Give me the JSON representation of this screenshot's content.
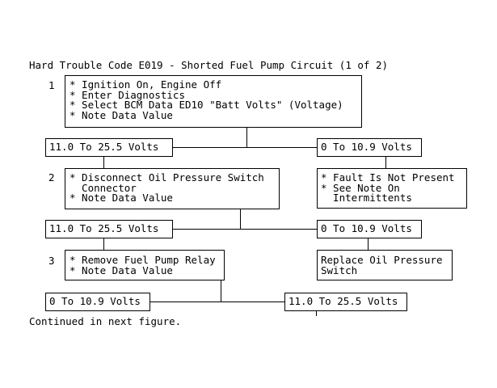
{
  "title": "Hard Trouble Code E019 - Shorted Fuel Pump Circuit (1 of 2)",
  "steps": [
    {
      "number": "1",
      "lines": [
        "* Ignition On, Engine Off",
        "* Enter Diagnostics",
        "* Select BCM Data ED10 \"Batt Volts\" (Voltage)",
        "* Note Data Value"
      ]
    },
    {
      "number": "2",
      "lines": [
        "* Disconnect Oil Pressure Switch",
        "  Connector",
        "* Note Data Value"
      ]
    },
    {
      "number": "3",
      "lines": [
        "* Remove Fuel Pump Relay",
        "* Note Data Value"
      ]
    }
  ],
  "branches": {
    "step1_left": "11.0 To 25.5 Volts",
    "step1_right": "0 To 10.9 Volts",
    "step2_left": "11.0 To 25.5 Volts",
    "step2_right": "0 To 10.9 Volts",
    "step3_left": "0 To 10.9 Volts",
    "step3_right": "11.0 To 25.5 Volts"
  },
  "outcomes": {
    "fault_not_present": [
      "* Fault Is Not Present",
      "* See Note On",
      "  Intermittents"
    ],
    "replace_switch": [
      "Replace Oil Pressure",
      "Switch"
    ]
  },
  "footer": "Continued in next figure."
}
